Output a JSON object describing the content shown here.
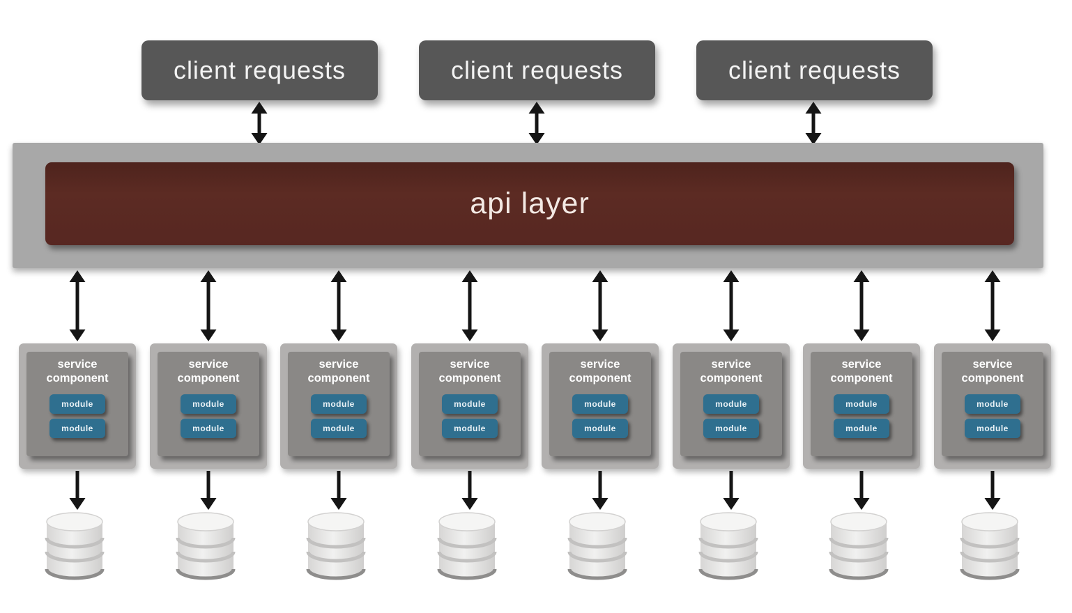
{
  "clients": [
    {
      "label": "client requests"
    },
    {
      "label": "client requests"
    },
    {
      "label": "client requests"
    }
  ],
  "api": {
    "label": "api layer"
  },
  "services": [
    {
      "label": "service component",
      "modules": [
        "module",
        "module"
      ]
    },
    {
      "label": "service component",
      "modules": [
        "module",
        "module"
      ]
    },
    {
      "label": "service component",
      "modules": [
        "module",
        "module"
      ]
    },
    {
      "label": "service component",
      "modules": [
        "module",
        "module"
      ]
    },
    {
      "label": "service component",
      "modules": [
        "module",
        "module"
      ]
    },
    {
      "label": "service component",
      "modules": [
        "module",
        "module"
      ]
    },
    {
      "label": "service component",
      "modules": [
        "module",
        "module"
      ]
    },
    {
      "label": "service component",
      "modules": [
        "module",
        "module"
      ]
    }
  ],
  "icons": {
    "bidirectional_arrow": "double-headed-vertical-arrow",
    "down_arrow": "single-down-arrow",
    "database": "database-cylinder"
  },
  "colors": {
    "client_box": "#575757",
    "api_frame": "#a8a8a8",
    "api_bar": "#5c2b23",
    "service_outer": "#b2b0af",
    "service_inner": "#8a8886",
    "module": "#2f6f8f",
    "arrow": "#151515"
  }
}
